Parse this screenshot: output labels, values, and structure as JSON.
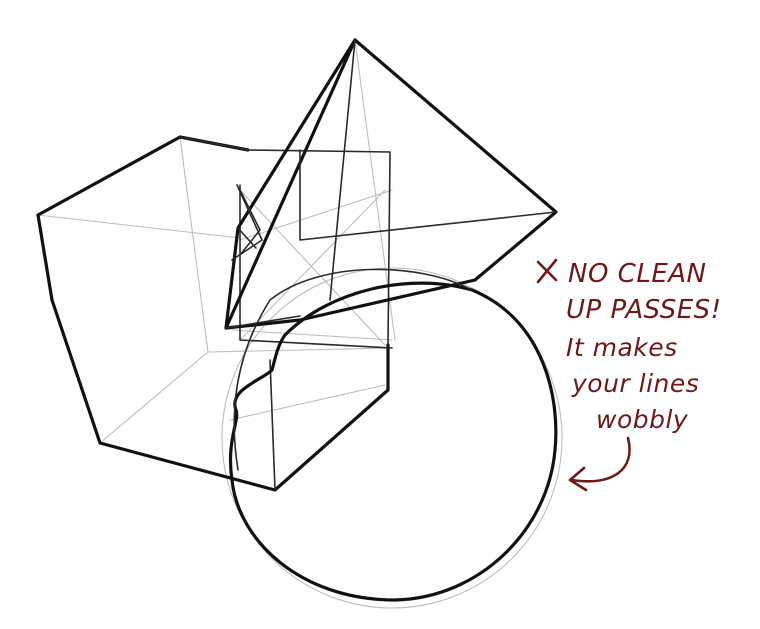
{
  "annotation": {
    "line1": "NO CLEAN",
    "line2": "UP PASSES!",
    "line3": "It makes",
    "line4": "your lines",
    "line5": "wobbly"
  },
  "colors": {
    "ink": "#111111",
    "construction": "#bdbdbd",
    "annotation": "#6b1a1a",
    "background": "#ffffff"
  },
  "icons": [
    "cross-mark-icon",
    "curved-arrow-icon"
  ]
}
